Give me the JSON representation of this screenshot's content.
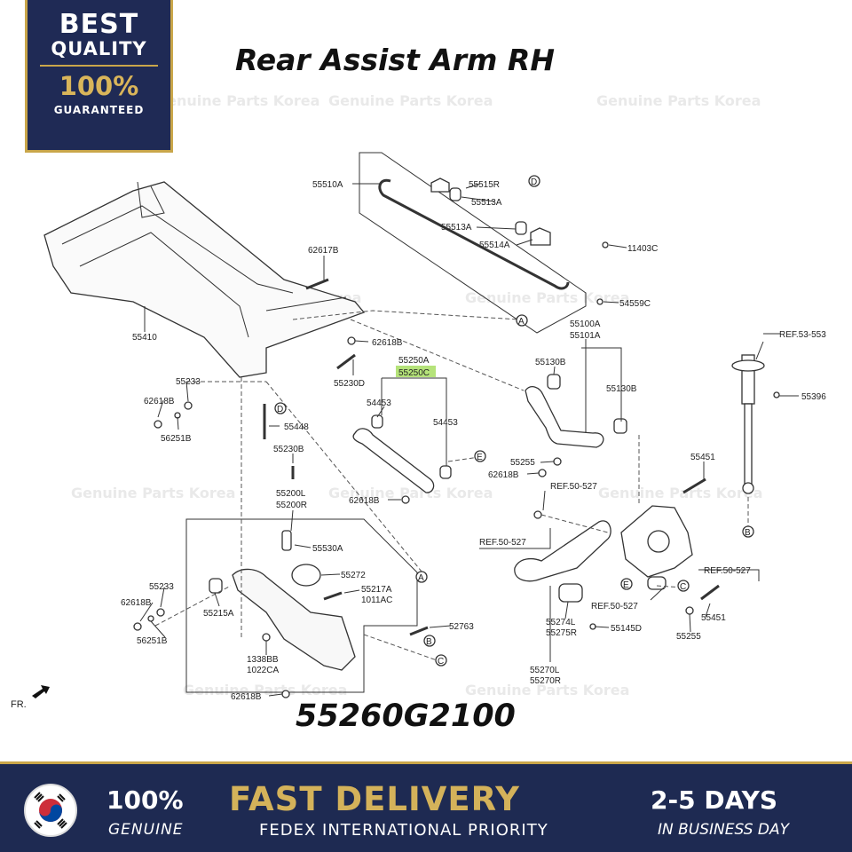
{
  "badge": {
    "line1": "BEST",
    "line2": "QUALITY",
    "line3": "100%",
    "line4": "GUARANTEED"
  },
  "title": "Rear Assist Arm RH",
  "watermark": "Genuine Parts Korea",
  "part_number": "55260G2100",
  "direction_label": "FR.",
  "labels": {
    "l55510A": "55510A",
    "l55515R": "55515R",
    "l55513A_1": "55513A",
    "l55513A_2": "55513A",
    "l55514A": "55514A",
    "l11403C": "11403C",
    "l54559C": "54559C",
    "l62617B": "62617B",
    "l55410": "55410",
    "l62618B_1": "62618B",
    "l55230D": "55230D",
    "l55233_1": "55233",
    "l62618B_2": "62618B",
    "l56251B_1": "56251B",
    "l55448": "55448",
    "l55230B": "55230B",
    "l55250A": "55250A",
    "l55250C": "55250C",
    "l54453_1": "54453",
    "l54453_2": "54453",
    "l62618B_3": "62618B",
    "l55100A": "55100A",
    "l55101A": "55101A",
    "l55130B_1": "55130B",
    "l55130B_2": "55130B",
    "l55255_1": "55255",
    "l62618B_4": "62618B",
    "lREF53": "REF.53-553",
    "l55396": "55396",
    "l55451_1": "55451",
    "lREF50_1": "REF.50-527",
    "lREF50_2": "REF.50-527",
    "lREF50_3": "REF.50-527",
    "lREF50_4": "REF.50-527",
    "l55200L": "55200L",
    "l55200R": "55200R",
    "l55530A": "55530A",
    "l55272": "55272",
    "l55217A": "55217A",
    "l1011AC": "1011AC",
    "l55233_2": "55233",
    "l62618B_5": "62618B",
    "l56251B_2": "56251B",
    "l55215A": "55215A",
    "l52763": "52763",
    "l1338BB": "1338BB",
    "l1022CA": "1022CA",
    "l62618B_6": "62618B",
    "l55274L": "55274L",
    "l55275R": "55275R",
    "l55145D": "55145D",
    "l55270L": "55270L",
    "l55270R": "55270R",
    "l55451_2": "55451",
    "l55255_2": "55255"
  },
  "callouts": {
    "a": "A",
    "b": "B",
    "c": "C",
    "d": "D",
    "e": "E"
  },
  "footer": {
    "genuine_pct": "100%",
    "genuine_label": "GENUINE",
    "delivery_title": "FAST DELIVERY",
    "delivery_sub": "FEDEX INTERNATIONAL PRIORITY",
    "days_title": "2-5 DAYS",
    "days_sub": "IN BUSINESS DAY"
  },
  "colors": {
    "navy": "#1e2a52",
    "gold": "#c9a64a",
    "highlight": "#b5e37a"
  },
  "icons": {
    "flag": "korea-flag-icon",
    "arrow": "front-arrow-icon"
  }
}
